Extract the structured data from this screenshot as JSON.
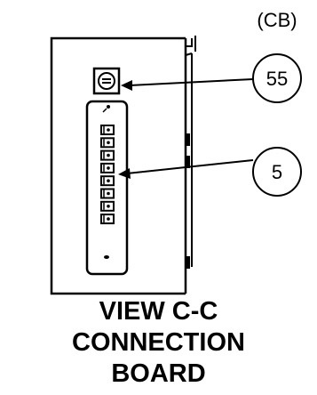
{
  "diagram": {
    "section_code": "(CB)",
    "callouts": [
      {
        "number": "55",
        "points_to": "connector"
      },
      {
        "number": "5",
        "points_to": "terminal-strip"
      }
    ],
    "terminal_count": 8
  },
  "caption": {
    "line1": "VIEW C-C",
    "line2": "CONNECTION",
    "line3": "BOARD"
  },
  "colors": {
    "line": "#000000",
    "background": "#ffffff"
  }
}
